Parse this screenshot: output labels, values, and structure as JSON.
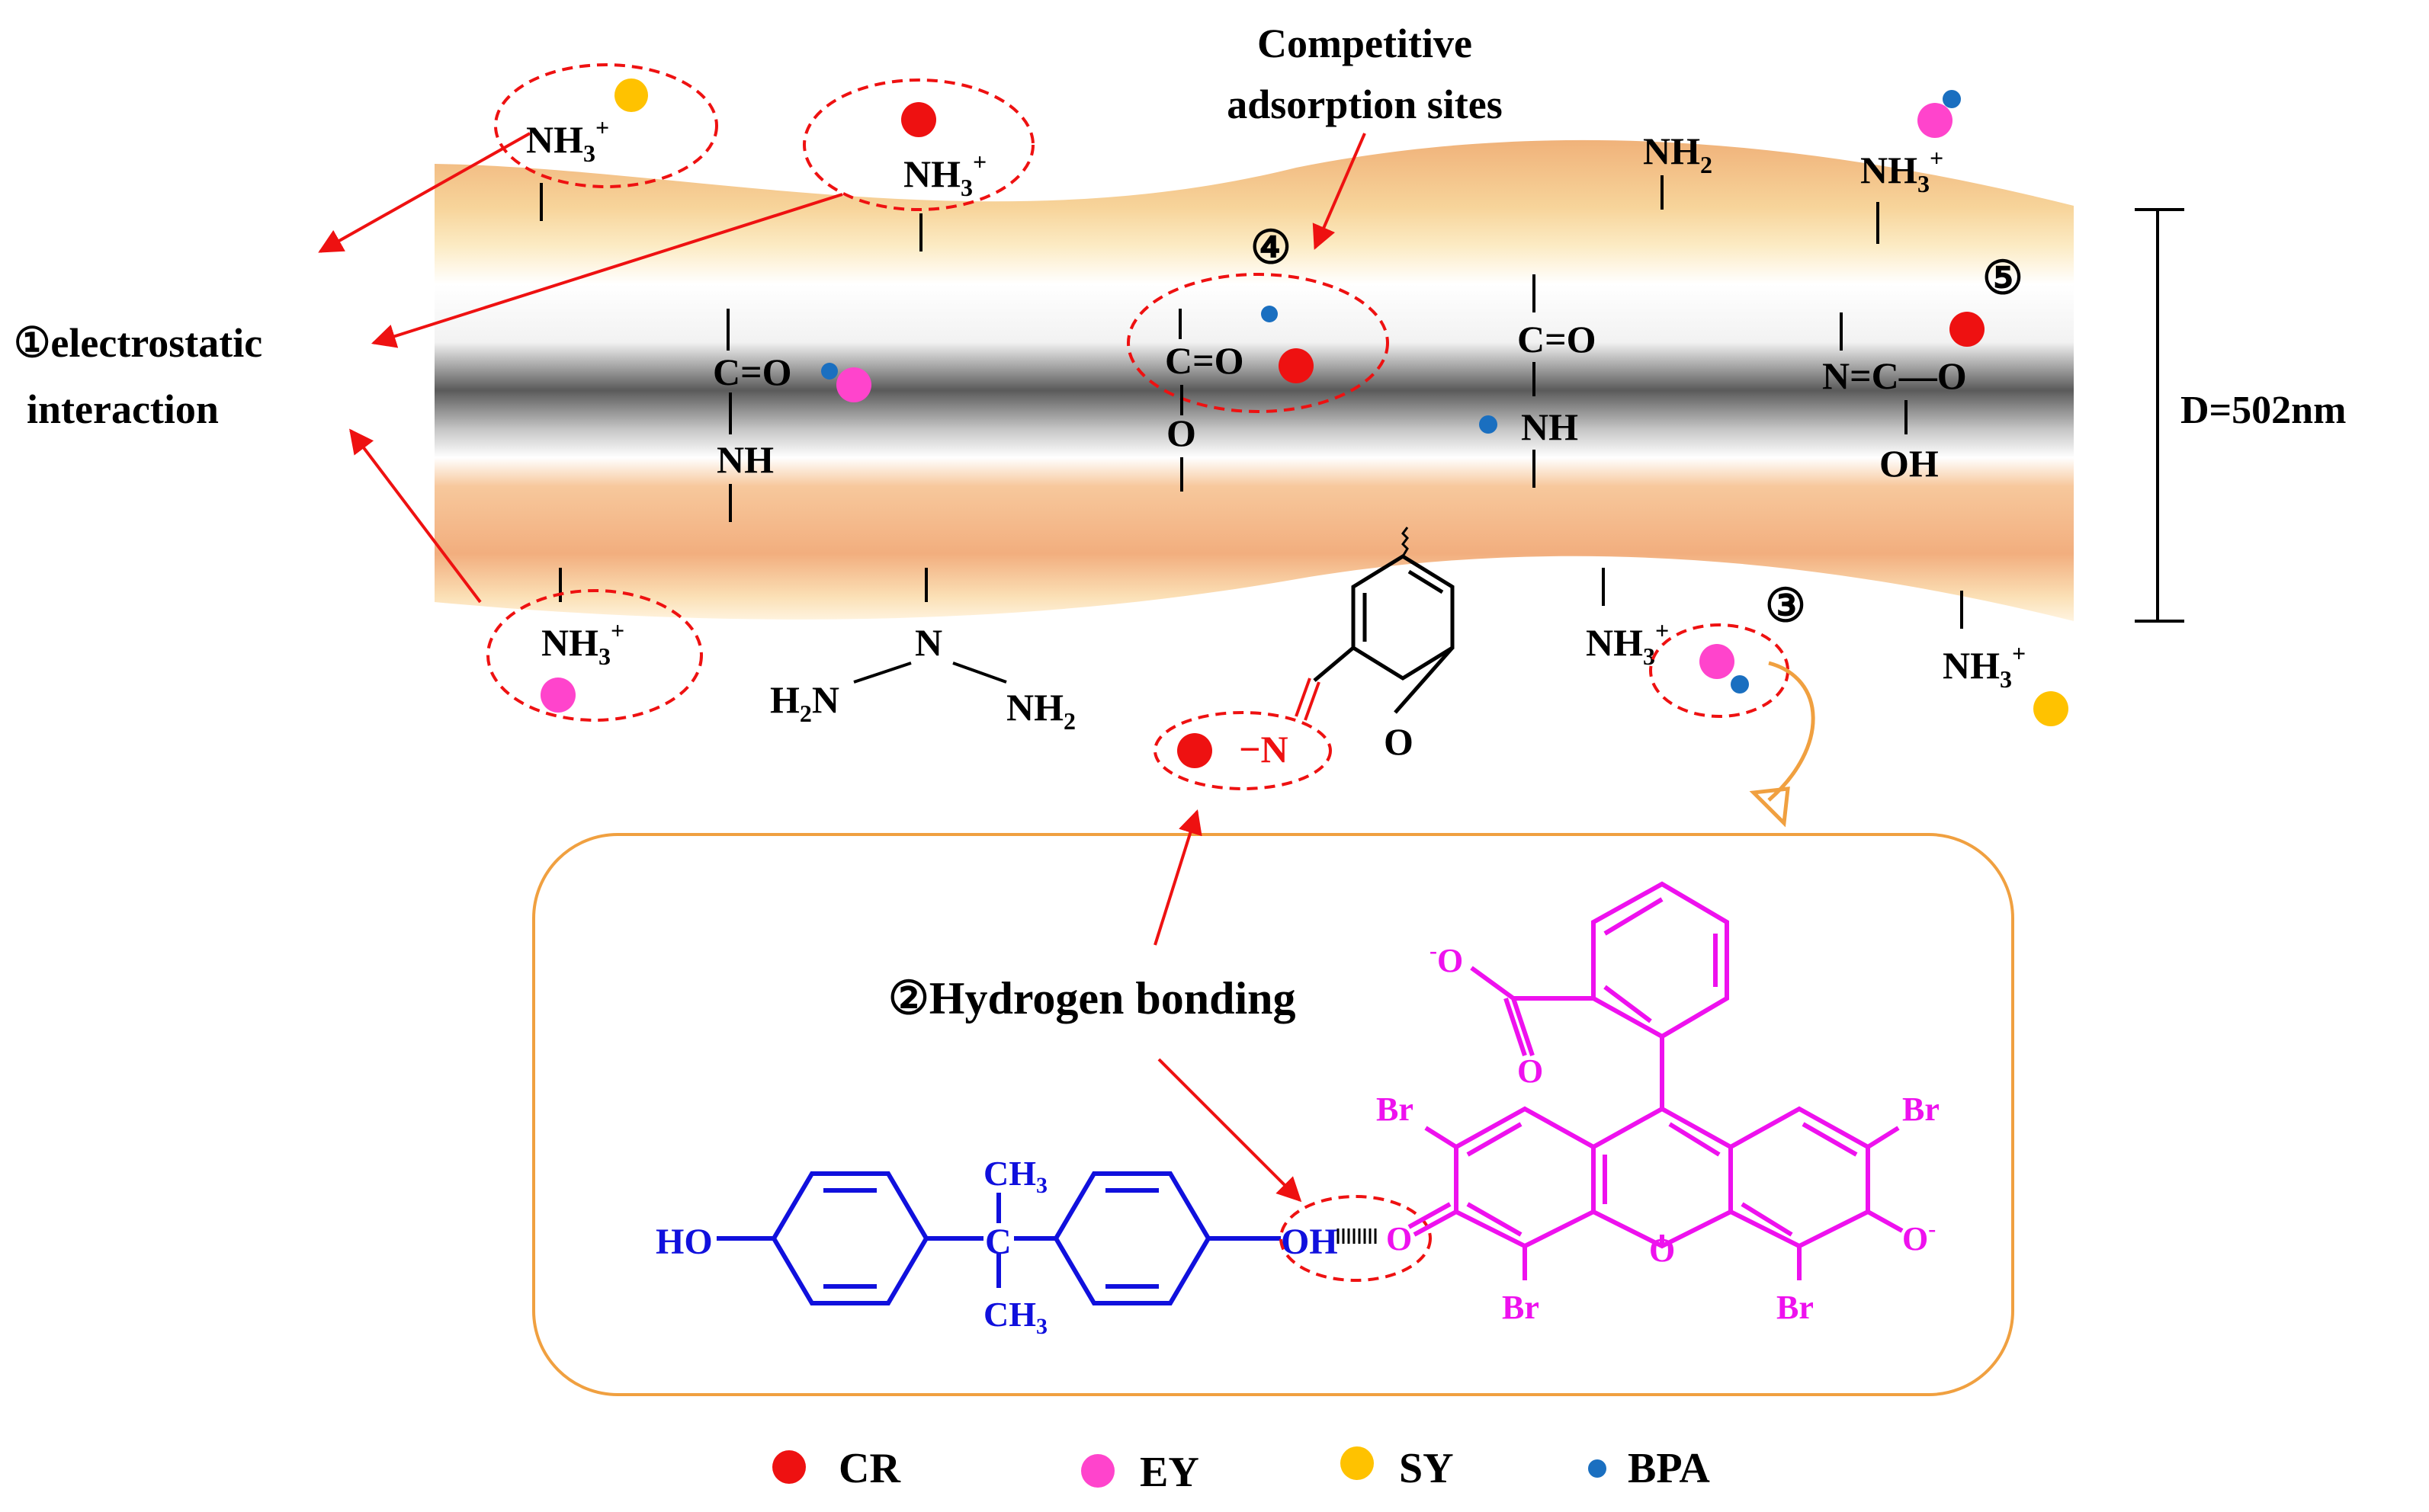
{
  "annotations": {
    "competitive_line1": "Competitive",
    "competitive_line2": "adsorption sites",
    "electrostatic_line1": "①electrostatic",
    "electrostatic_line2": "interaction",
    "hydrogen_bonding": "②Hydrogen bonding",
    "diameter": "D=502nm",
    "site3": "③",
    "site4": "④",
    "site5": "⑤"
  },
  "groups": {
    "nh3": "NH",
    "sub3": "3",
    "plus": "+",
    "nh2_group": "NH",
    "sub2": "2",
    "c_eq_o": "C=O",
    "nh": "NH",
    "o": "O",
    "n_eq_c_o": "N=C—O",
    "oh": "OH",
    "n": "N",
    "h2n": "H",
    "h2n_n": "N",
    "nh2b": "NH",
    "minus_n": "−N",
    "quinone_o": "O"
  },
  "bpa": {
    "ho": "HO",
    "oh": "OH",
    "ch3_top": "CH",
    "ch3_bottom": "CH",
    "c": "C",
    "sub3": "3"
  },
  "eosin": {
    "br": "Br",
    "o": "O",
    "o_minus": "O",
    "minus": "-"
  },
  "legend": [
    {
      "label": "CR",
      "color": "#ee1111"
    },
    {
      "label": "EY",
      "color": "#ff44cc"
    },
    {
      "label": "SY",
      "color": "#ffc200"
    },
    {
      "label": "BPA",
      "color": "#1a6fc0"
    }
  ],
  "colors": {
    "cr": "#ee1111",
    "ey": "#ff44cc",
    "sy": "#ffc200",
    "bpa": "#1a6fc0",
    "arrow": "#ee1111",
    "bpa_structure": "#1010dd",
    "eosin_structure": "#ee11ee",
    "box_border": "#f0a040"
  }
}
